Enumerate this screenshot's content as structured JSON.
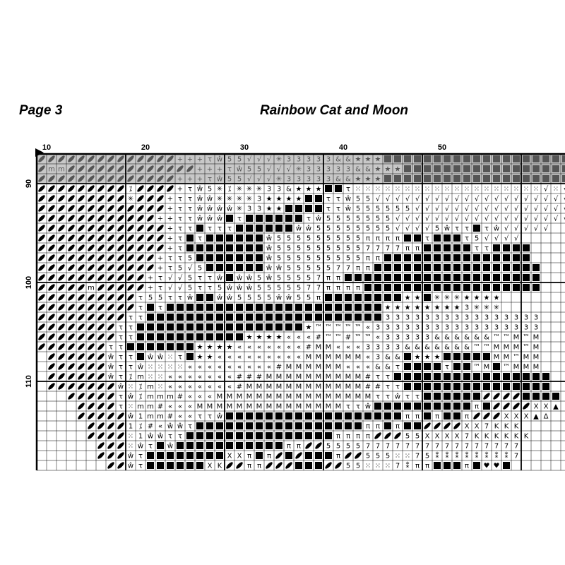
{
  "header": {
    "page_label": "Page 3",
    "title": "Rainbow Cat and Moon"
  },
  "grid": {
    "column_numbers": [
      "10",
      "20",
      "30",
      "40",
      "50"
    ],
    "row_numbers": [
      "90",
      "100",
      "110"
    ],
    "first_row": 87,
    "first_col": 1,
    "colors": {
      "ink": "#000000",
      "highlight": "#c8c8c8",
      "fill_dark": "#000000"
    },
    "rows": [
      "//////////////+++τŵ55√√√✳33333&&★★★■■■■■■■■■■■■■■■■■■■■■",
      "/mm/////////////+++τŵ55√√√✳33333&&★★★■■■■■■■■■■■■■■■■■■",
      "//////////////+++τŵ55√√√✳33333&&★★★■■■■■■■■■■■■■■■■■■■■",
      "/////////⁒////+τŵ5✳⁒✳✳✳33&★★★■■τ⁙⁙⁙⁙⁙⁙⁙⁙⁙⁙⁙⁙⁙⁙⁙⁙⁙⁙⁙√⁙√",
      "/////////✳///+ττŵŵ✳✳✳✳3★★★★■■ττŵ55√√√√√√√√√√√√√√√√√√√√",
      "/////////////+ττŵŵŵŵ✳33★★■■■■ττŵ555555√√√√√√√√√√√√√√√√",
      "////////////++ττŵŵŵ■τ■■■■■■τŵ5555555√√√√√√√√√√√√√√√√√√",
      "/////////////+ττ■τττ■■■■■■ŵŵ55555555√√√√5ŵττ■τŵ√√√√√",
      "/////////////+τ■τ■■■■■■ŵ555555555ππππ■■τ■■■τ5√√√√",
      "/////////////+τ■■■■■■■■ŵ5555555557777ππ■■■■■ττ■■■■",
      "////////////+ττ5■■■■■■■ŵ555555555ππ■■■■■■■■■■■■■■■",
      "////////////+τ5√5■■■■■■ŵŵ5555577ππ■■■■■■■■■■■■■■■■■",
      "///////////+τ√√5ττŵ■ŵŵ5ŵ55557ππ■■■■■■■■■■■■■■■■■■■■",
      "/////m/////+τ√√5ττ5ŵŵŵ5555577ππππ■■■■■■■■■■■■■■■■■■",
      "//////////τ55ττŵ■■ŵŵ5555ŵŵ55π■■■■■■■■★★■✳✳✳★★★★",
      "//////////τ■τ■■■■■■■■■■■■■■■■■■■■■■★★★★★★★★3✳✳✳",
      "/////////ττ■■■■■■■■■■■■■■■■■■■■■■■■3333333333333333",
      "////////ττ■■■■■■■■■■■■■■■■■★™™™™™«33333333333333333",
      "////////ττ■■■■■■■■■■■★★★★«««#™™#™™«33333&&&&&&™™M™M",
      "///////ττ■■■■■■■★★★★«««««««#MM«««3333&&&&&&&™™MMM™M",
      " //////ŵττ■ŵŵ⁙τ■★★«««««««««MMMMMM«3&&■★★★■■■■■MM™MM",
      " //////ŵττŵ⁙⁙⁙⁙«««««««««#MMMMMM«««&&τ■■■■τ■■™M■™MMM",
      " //////ŵτ⁒m⁙⁙«««««««###MMMMMMMMMM#ττ■■■■■■■■■■■■■■■■",
      " ///////ŵ⁙⁒m⁙«««««««#MMMMMMMMMMMM##ττ■■■■■■■■■■■■■■■",
      "   /////τŵ⁒mmm#«««MMMMMMMMMMMMMMMMττŵττ■■■■■■////■■■■",
      "    ////τ⁙mm#«««MMMMMMMMMMMMMMMττŵ■■■■■■■■■■π■////ΧΧ▲",
      "    /////ŵ1mm#««ττŵ■■■■■■■■■■■■■■■■■■ππ■π■■π///ΧΧΧ▲Δ",
      "     ////1⁒#«ŵŵτ■■■■■■■■■■■■■■■■■ππ■π■■////ΧΧ7KKK",
      "     ////⁙1ŵŵττ■■■■■■■■■■■■■■■ππππ///55ΧΧΧΧ7KKKKKK",
      "      ///⁙ŵτ■ŵ■■■■■■■■■■■ππ//55557777777777777777",
      "      ///ŵτ■■■■■■■■ΧΧπ■π/■/■■■π//555⁙⁙75⁑⁑⁑⁑⁑⁑⁑⁑7",
      "       //ŵτ■■■■■■ΧΚ//ππ///■■■//55⁙⁙⁙7⁑ππ■■■π■♥♥■"
    ]
  }
}
